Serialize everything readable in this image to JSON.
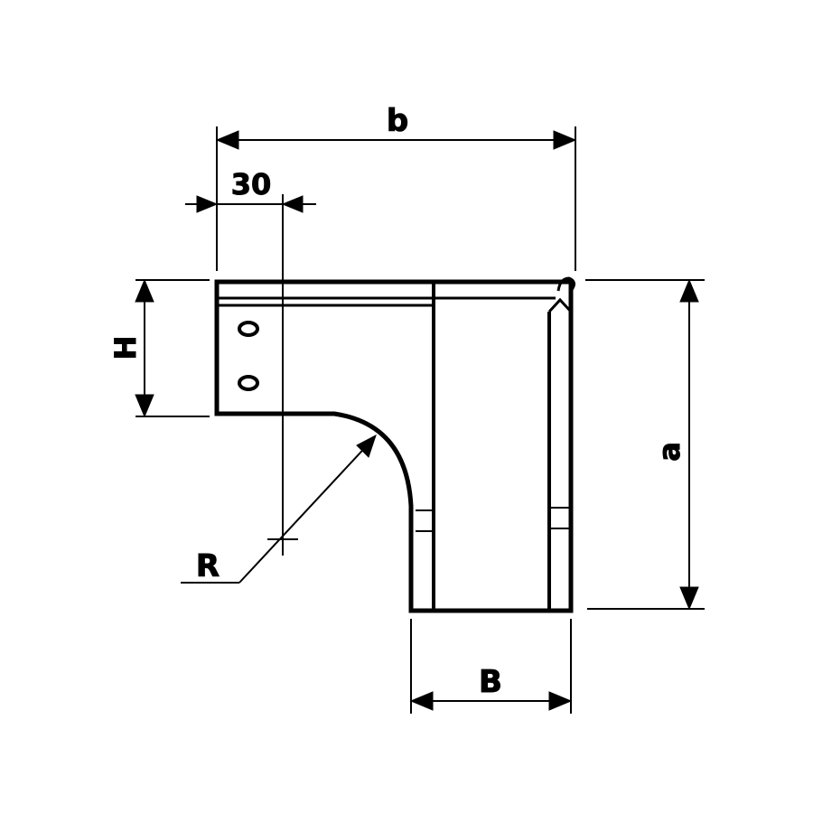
{
  "dimensions": {
    "b": "b",
    "offset": "30",
    "H": "H",
    "a": "a",
    "R": "R",
    "B": "B"
  },
  "colors": {
    "line": "#000000",
    "background": "#ffffff"
  }
}
